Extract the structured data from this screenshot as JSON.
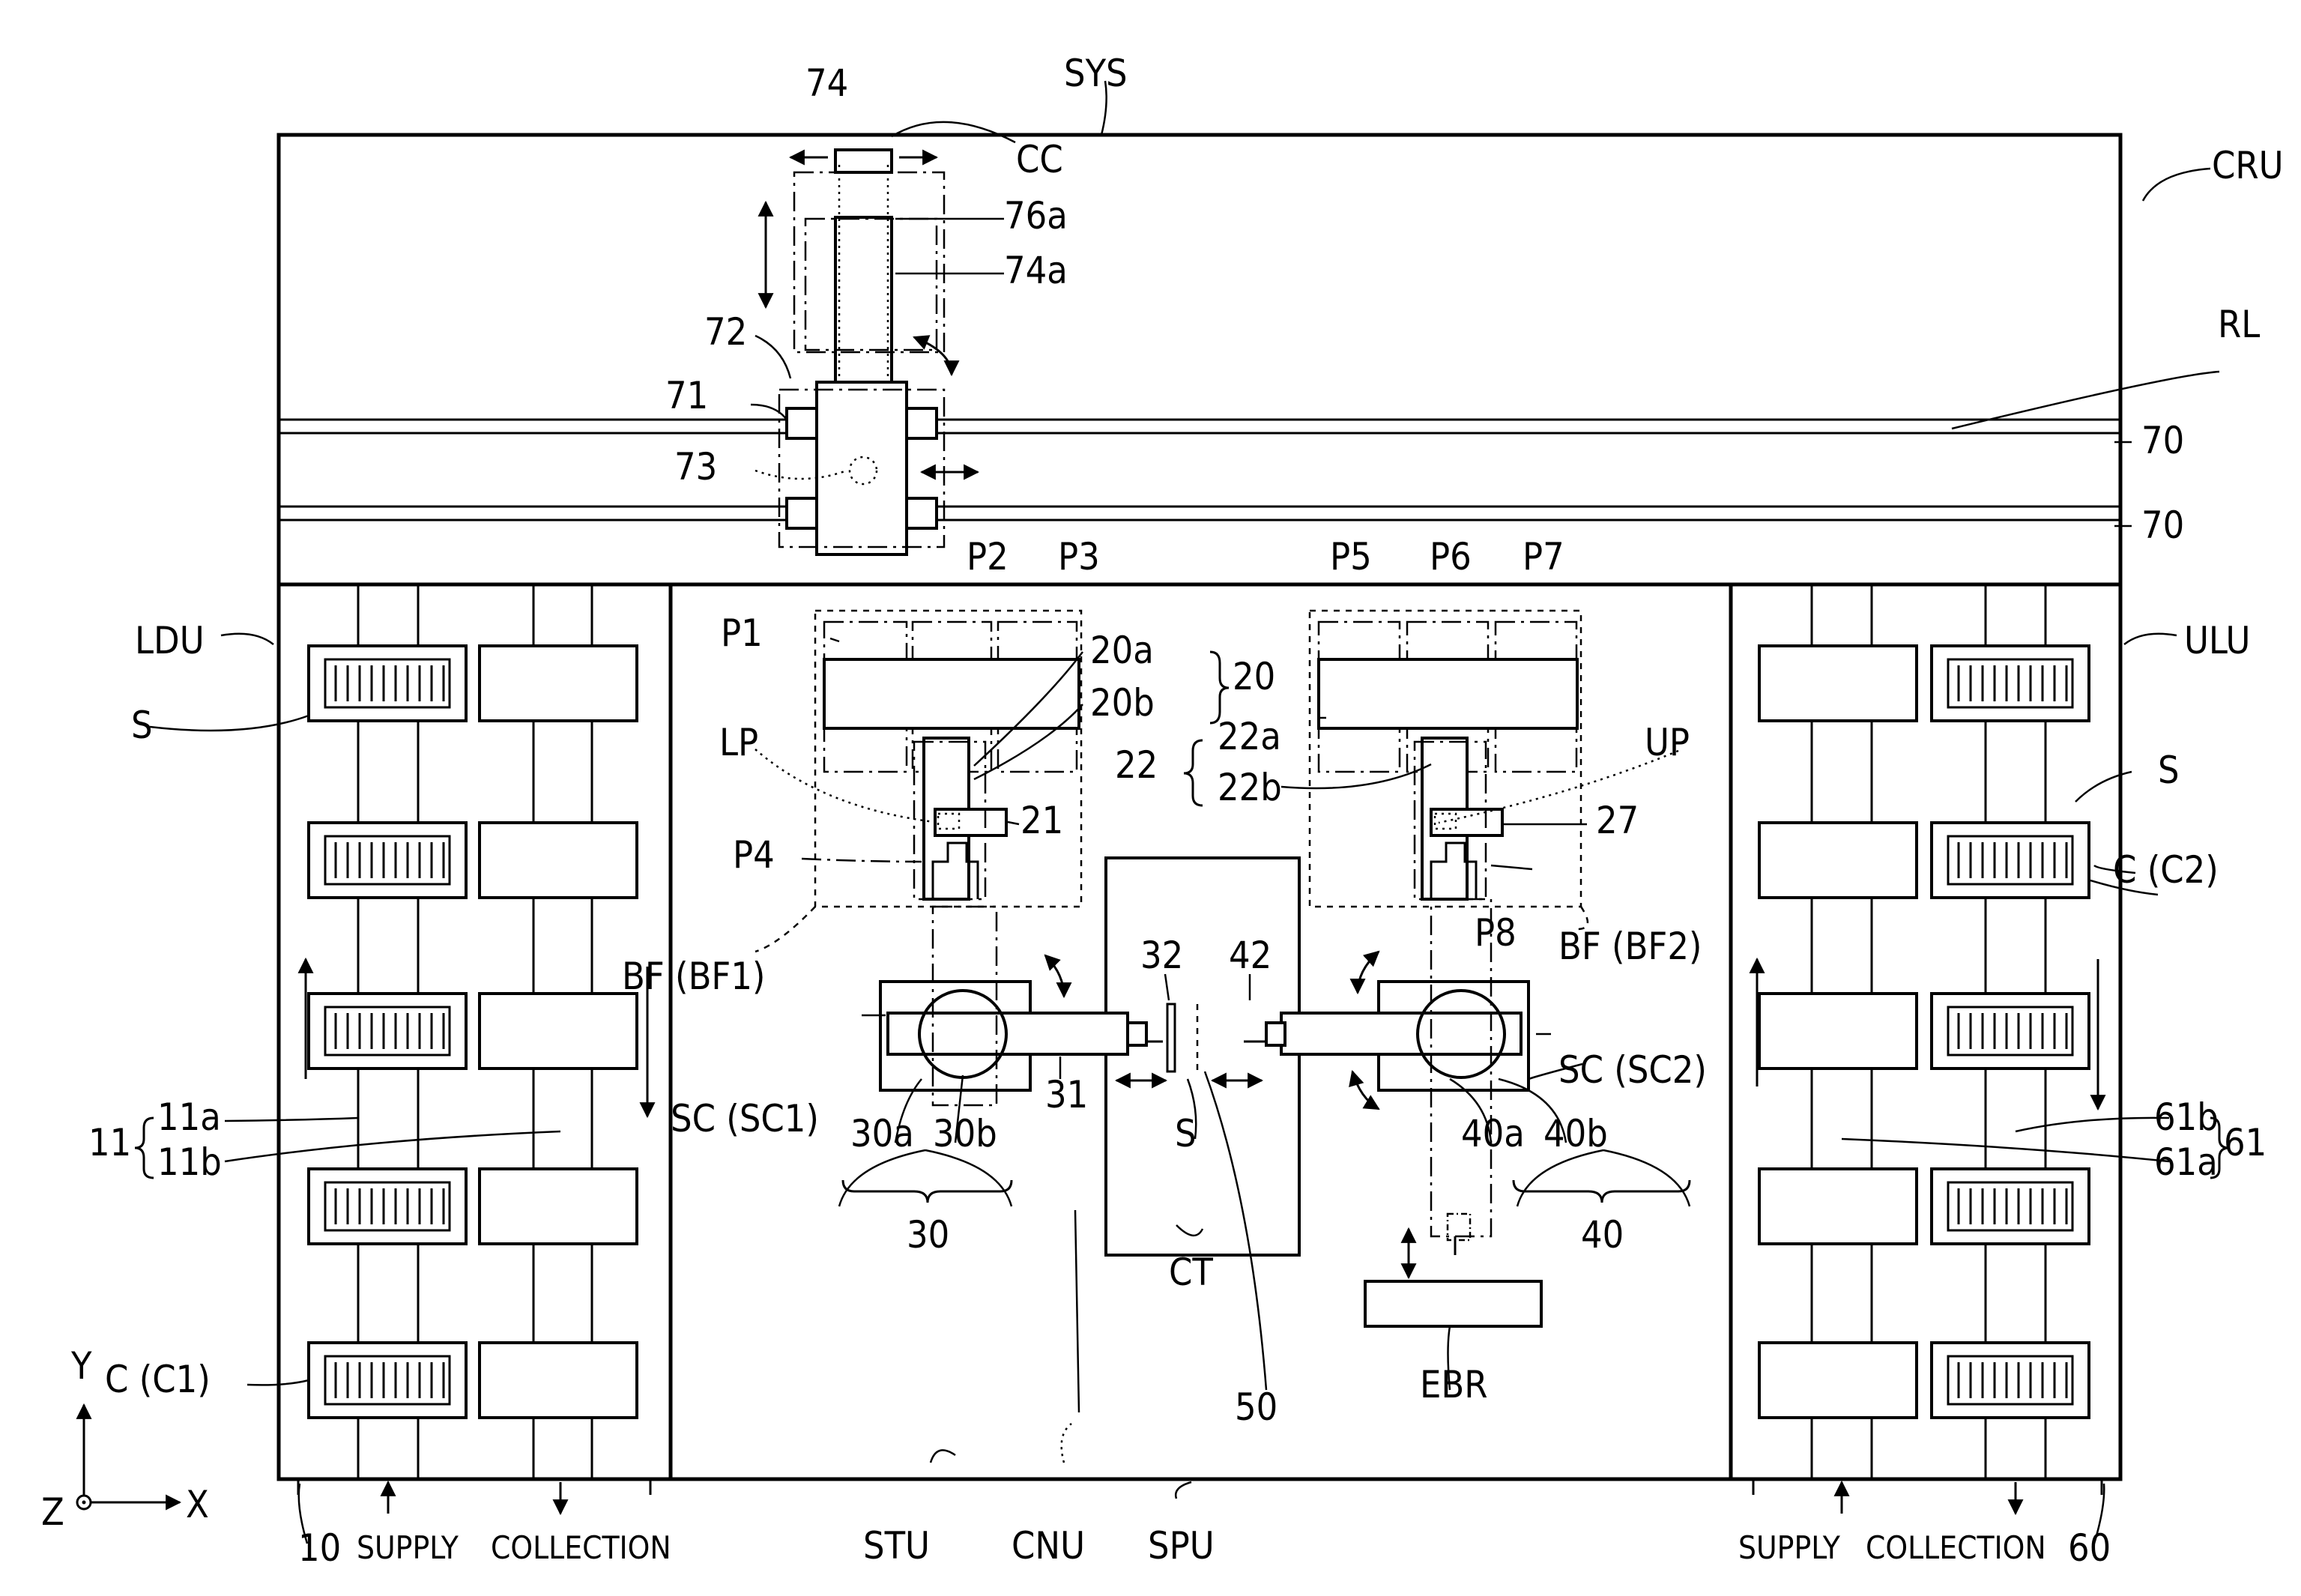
{
  "labels": {
    "sys": "SYS",
    "cru": "CRU",
    "cc": "CC",
    "n74": "74",
    "n76a": "76a",
    "n74a": "74a",
    "n72": "72",
    "n71": "71",
    "n73": "73",
    "rl": "RL",
    "n70_top": "70",
    "n70_bottom": "70",
    "ldu": "LDU",
    "ulu": "ULU",
    "s_left": "S",
    "s_right": "S",
    "s_center": "S",
    "p1": "P1",
    "p2": "P2",
    "p3": "P3",
    "p4": "P4",
    "p5": "P5",
    "p6": "P6",
    "p7": "P7",
    "p8": "P8",
    "n20a": "20a",
    "n20b": "20b",
    "n20": "20",
    "n22a": "22a",
    "n22b": "22b",
    "n22": "22",
    "lp": "LP",
    "up": "UP",
    "n21": "21",
    "n27": "27",
    "bf1": "BF (BF1)",
    "bf2": "BF (BF2)",
    "c2": "C (C2)",
    "c1": "C (C1)",
    "n32": "32",
    "n42": "42",
    "sc1": "SC (SC1)",
    "sc2": "SC (SC2)",
    "n30a": "30a",
    "n30b": "30b",
    "n30": "30",
    "n31": "31",
    "n40a": "40a",
    "n40b": "40b",
    "n40": "40",
    "n11": "11",
    "n11a": "11a",
    "n11b": "11b",
    "n61": "61",
    "n61a": "61a",
    "n61b": "61b",
    "ct": "CT",
    "n50": "50",
    "ebr": "EBR",
    "stu": "STU",
    "cnu": "CNU",
    "spu": "SPU",
    "n10": "10",
    "n60": "60",
    "supply_left": "SUPPLY",
    "collection_left": "COLLECTION",
    "supply_right": "SUPPLY",
    "collection_right": "COLLECTION",
    "axis_y": "Y",
    "axis_x": "X",
    "axis_z": "Z"
  }
}
